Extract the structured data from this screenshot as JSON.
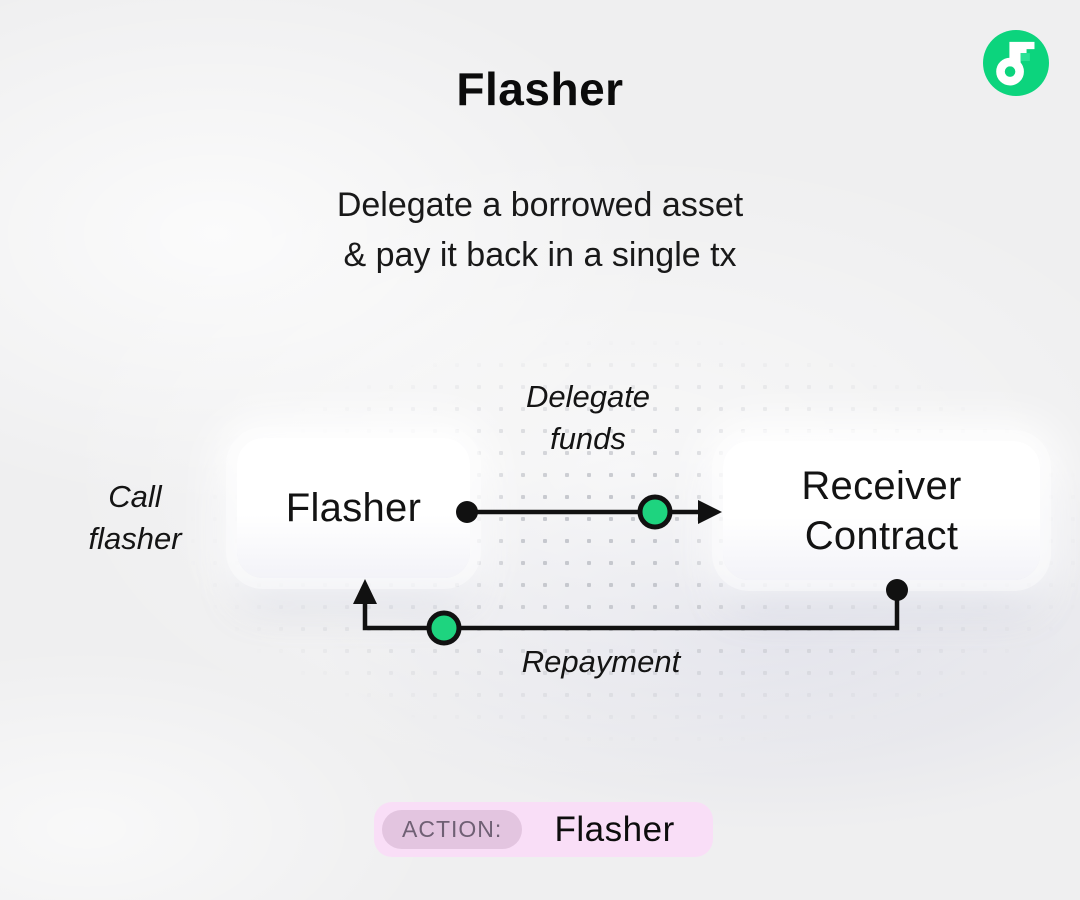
{
  "header": {
    "title": "Flasher",
    "subtitle": "Delegate a borrowed asset\n& pay it back in a single tx"
  },
  "logo": {
    "label": "Flow logo"
  },
  "diagram": {
    "nodes": {
      "flasher": {
        "label": "Flasher"
      },
      "receiver": {
        "label": "Receiver\nContract"
      }
    },
    "edges": {
      "delegate": {
        "label": "Delegate\nfunds",
        "direction": "flasher-to-receiver"
      },
      "repayment": {
        "label": "Repayment",
        "direction": "receiver-to-flasher"
      }
    },
    "annotations": {
      "call_flasher": "Call\nflasher"
    },
    "colors": {
      "node_fill_green": "#1ED47F",
      "logo_green": "#0CD47D",
      "line": "#111111",
      "box_bg": "#FFFFFF"
    }
  },
  "footer": {
    "action_label": "ACTION:",
    "action_value": "Flasher",
    "colors": {
      "badge_bg": "#F9DEF7",
      "badge_inner_bg": "#E3C5E0",
      "action_text": "#6F6074"
    }
  }
}
